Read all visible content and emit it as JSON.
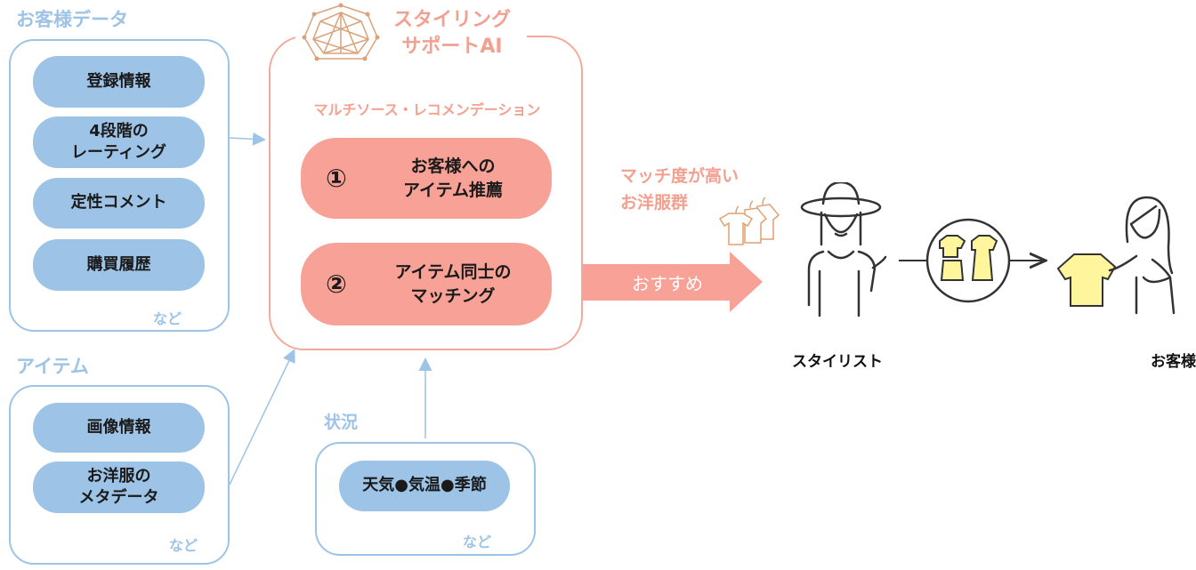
{
  "customer_data": {
    "title": "お客様データ",
    "items": [
      "登録情報",
      "4段階の\nレーティング",
      "定性コメント",
      "購買履歴"
    ],
    "etc": "など"
  },
  "item_data": {
    "title": "アイテム",
    "items": [
      "画像情報",
      "お洋服の\nメタデータ"
    ],
    "etc": "など"
  },
  "situation": {
    "title": "状況",
    "items": [
      "天気●気温●季節"
    ],
    "etc": "など"
  },
  "ai": {
    "title_line1": "スタイリング",
    "title_line2": "サポートAI",
    "subtitle": "マルチソース・レコメンデーション",
    "steps": [
      {
        "num": "①",
        "label": "お客様への\nアイテム推薦"
      },
      {
        "num": "②",
        "label": "アイテム同士の\nマッチング"
      }
    ]
  },
  "output": {
    "caption_line1": "マッチ度が高い",
    "caption_line2": "お洋服群",
    "arrow_label": "おすすめ"
  },
  "people": {
    "stylist": "スタイリスト",
    "customer": "お客様"
  },
  "colors": {
    "blue": "#9dc3e6",
    "salmon": "#f8a196",
    "yellow": "#fff59d"
  }
}
